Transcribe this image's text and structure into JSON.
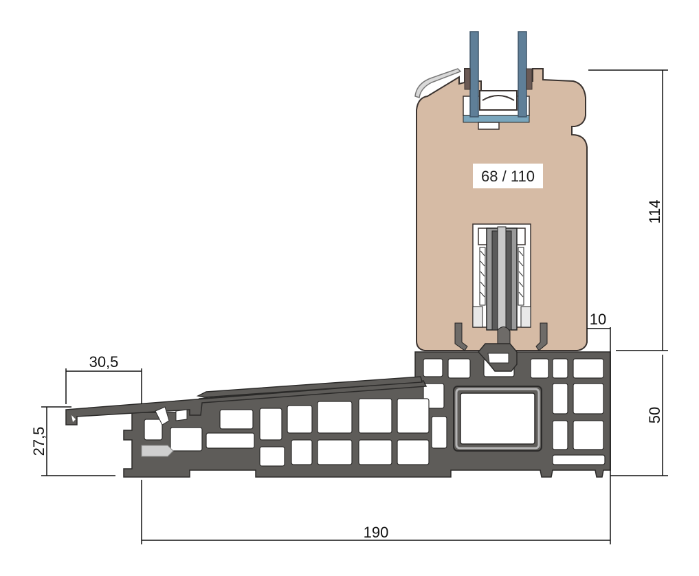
{
  "section_label": "68 / 110",
  "dimensions": {
    "sash_height": "114",
    "frame_height": "50",
    "total_width": "190",
    "sill_overhang": "30,5",
    "sill_height": "27,5",
    "sash_offset": "10"
  },
  "colors": {
    "timber": "#d6bba5",
    "timber_outline": "#3a3330",
    "pvc": "#5e5c59",
    "pvc_chamber": "#ffffff",
    "glass": "#5f7f98",
    "glass_edge": "#3f5568",
    "spacer": "#7aa6bd",
    "reinforcement": "#8b8b8b",
    "dimension_line": "#111111"
  }
}
